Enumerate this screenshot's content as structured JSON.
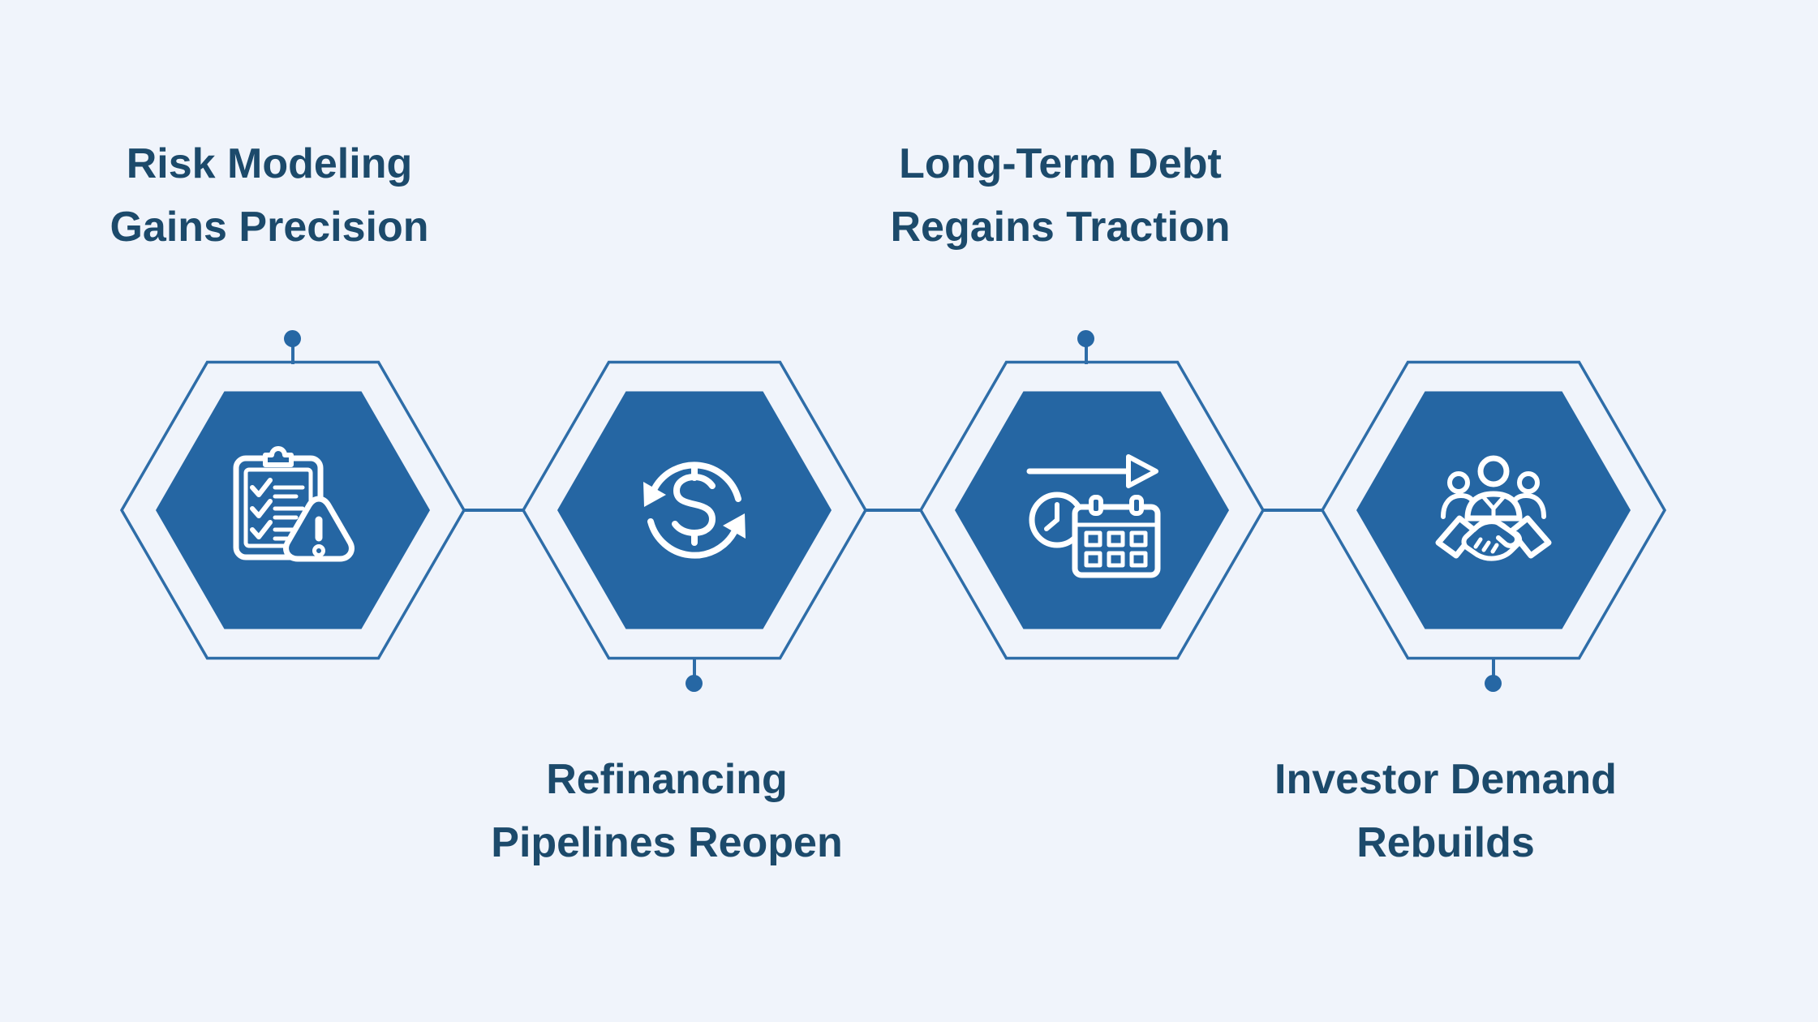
{
  "diagram": {
    "type": "hexagon-process-infographic",
    "colors": {
      "background": "#f0f4fb",
      "hexagon_fill": "#2566a3",
      "outline_stroke": "#2e6da8",
      "label_text": "#1c4a6b",
      "icon_stroke": "#ffffff"
    },
    "items": [
      {
        "id": "risk-modeling",
        "label_lines": [
          "Risk Modeling",
          "Gains Precision"
        ],
        "label_position": "top",
        "icon": "clipboard-checklist-warning-icon"
      },
      {
        "id": "refinancing",
        "label_lines": [
          "Refinancing",
          "Pipelines Reopen"
        ],
        "label_position": "bottom",
        "icon": "dollar-refresh-icon"
      },
      {
        "id": "long-term-debt",
        "label_lines": [
          "Long-Term Debt",
          "Regains Traction"
        ],
        "label_position": "top",
        "icon": "timeline-clock-calendar-icon"
      },
      {
        "id": "investor-demand",
        "label_lines": [
          "Investor Demand",
          "Rebuilds"
        ],
        "label_position": "bottom",
        "icon": "handshake-partnership-icon"
      }
    ]
  }
}
